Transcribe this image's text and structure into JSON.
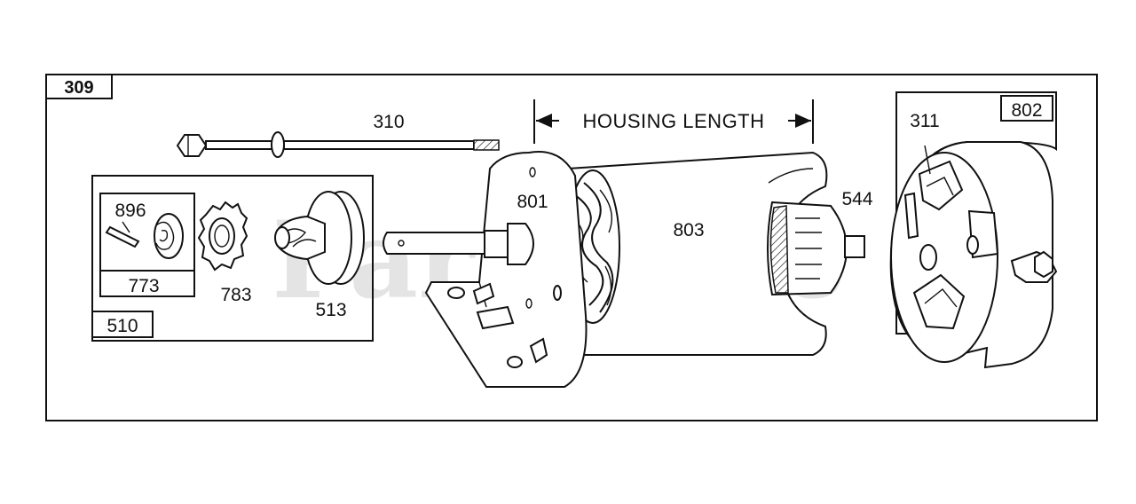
{
  "diagram": {
    "frame_label": "309",
    "housing_length": "HOUSING LENGTH",
    "watermark": "PartsTree",
    "parts": {
      "p310": "310",
      "p311": "311",
      "p510": "510",
      "p513": "513",
      "p544": "544",
      "p773": "773",
      "p783": "783",
      "p801": "801",
      "p802": "802",
      "p803": "803",
      "p896": "896"
    }
  }
}
